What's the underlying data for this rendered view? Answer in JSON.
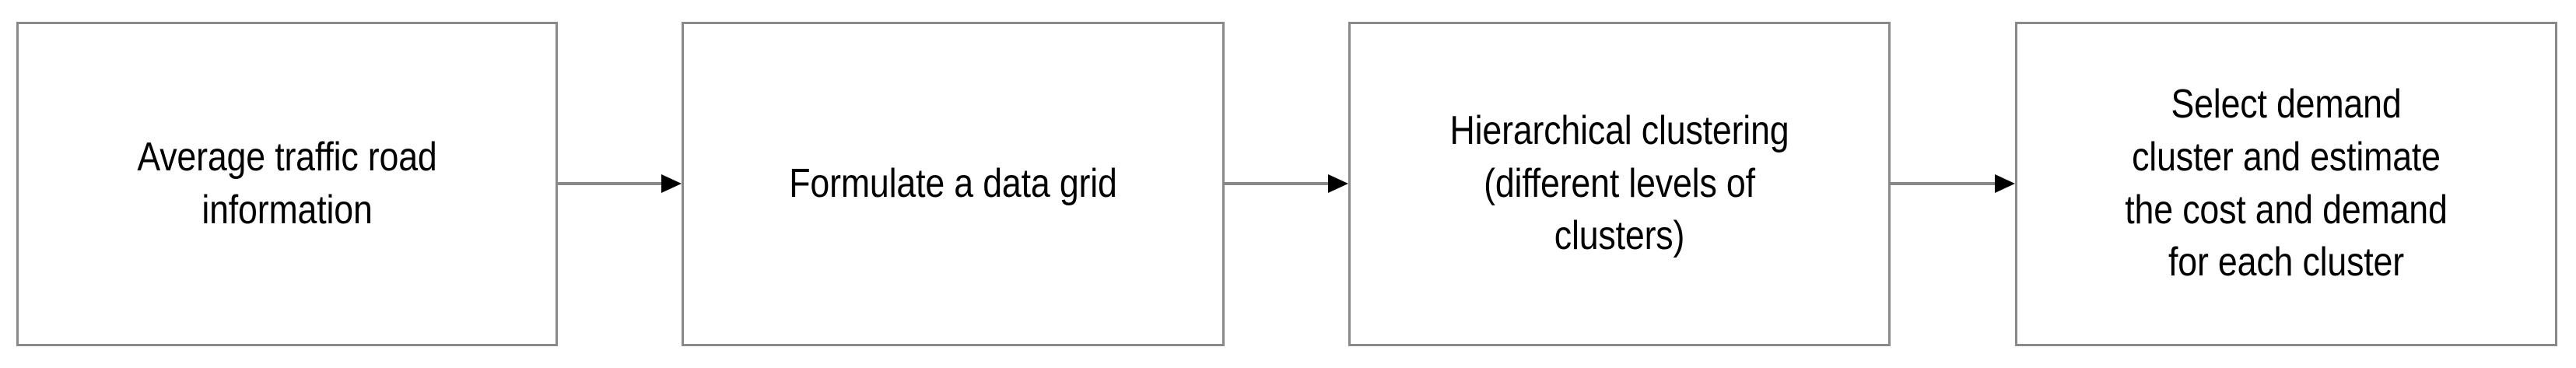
{
  "diagram": {
    "type": "linear-process-flowchart",
    "orientation": "horizontal",
    "background_color": "#ffffff",
    "node_border_color": "#898989",
    "node_fill_color": "#ffffff",
    "connector_line_color": "#898989",
    "connector_head_color": "#000000",
    "text_color": "#000000",
    "nodes": [
      {
        "id": "node-1",
        "step": 1,
        "label": "Average traffic road\ninformation",
        "lines": [
          "Average traffic road",
          "information"
        ]
      },
      {
        "id": "node-2",
        "step": 2,
        "label": "Formulate a data grid",
        "lines": [
          "Formulate a data grid"
        ]
      },
      {
        "id": "node-3",
        "step": 3,
        "label": "Hierarchical clustering\n(different levels of\nclusters)",
        "lines": [
          "Hierarchical clustering",
          "(different levels of",
          "clusters)"
        ]
      },
      {
        "id": "node-4",
        "step": 4,
        "label": "Select demand\ncluster and estimate\nthe cost and demand\nfor each cluster",
        "lines": [
          "Select demand",
          "cluster and estimate",
          "the cost and demand",
          "for each cluster"
        ]
      }
    ],
    "connectors": [
      {
        "id": "conn-1",
        "from": "node-1",
        "to": "node-2",
        "style": "solid-arrow-right"
      },
      {
        "id": "conn-2",
        "from": "node-2",
        "to": "node-3",
        "style": "solid-arrow-right"
      },
      {
        "id": "conn-3",
        "from": "node-3",
        "to": "node-4",
        "style": "solid-arrow-right"
      }
    ]
  }
}
